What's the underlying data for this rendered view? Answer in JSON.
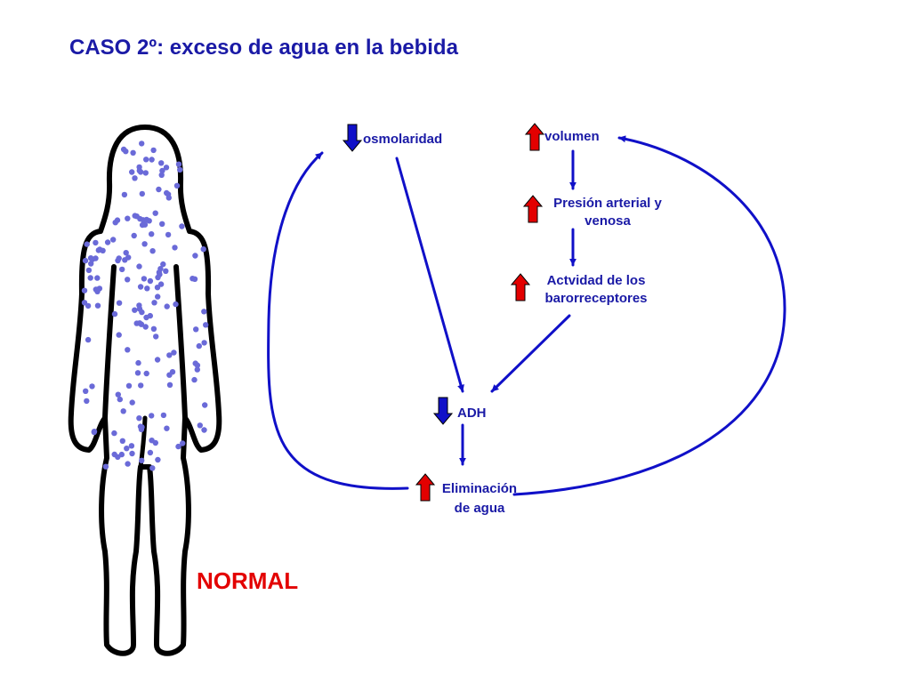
{
  "title": "CASO 2º: exceso de agua en la bebida",
  "status_label": "NORMAL",
  "colors": {
    "text": "#1a1aa6",
    "arrow_blue": "#1010c8",
    "arrow_red": "#e30000",
    "dots": "#6a6ad8",
    "outline": "#000000"
  },
  "nodes": {
    "osmolaridad": {
      "lines": [
        "osmolaridad"
      ],
      "direction": "down"
    },
    "volumen": {
      "lines": [
        "volumen"
      ],
      "direction": "up"
    },
    "presion": {
      "lines": [
        "Presión arterial y",
        "venosa"
      ],
      "direction": "up"
    },
    "baro": {
      "lines": [
        "Actvidad de los",
        "barorreceptores"
      ],
      "direction": "up"
    },
    "adh": {
      "lines": [
        "ADH"
      ],
      "direction": "down"
    },
    "eliminacion": {
      "lines": [
        "Eliminación",
        "de agua"
      ],
      "direction": "up"
    }
  },
  "icons": {
    "down_indicator": "thick-blue-down-arrow",
    "up_indicator": "thick-red-up-arrow",
    "figure": "human-body-outline"
  }
}
